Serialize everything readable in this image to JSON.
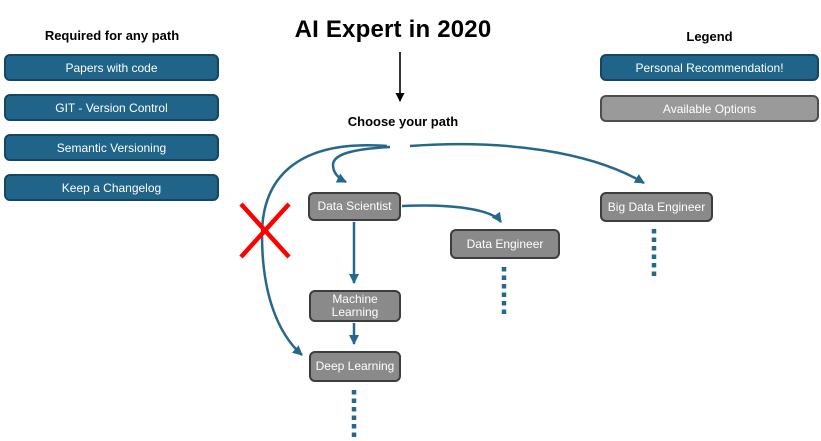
{
  "title": "AI Expert in 2020",
  "prompt": "Choose your path",
  "required_section": {
    "heading": "Required for any path",
    "items": [
      "Papers with code",
      "GIT - Version Control",
      "Semantic Versioning",
      "Keep a Changelog"
    ]
  },
  "legend": {
    "heading": "Legend",
    "recommendation_label": "Personal Recommendation!",
    "available_label": "Available Options"
  },
  "nodes": {
    "data_scientist": "Data Scientist",
    "data_engineer": "Data Engineer",
    "big_data_engineer": "Big Data Engineer",
    "machine_learning": "Machine Learning",
    "deep_learning": "Deep Learning"
  },
  "icons": {
    "not_recommended_cross": "red-x-cross",
    "continuation_dots": "dotted-continuation-line"
  },
  "colors": {
    "recommendation_blue": "#20648A",
    "available_gray": "#9A9A9A",
    "node_gray": "#8A8A8A",
    "arrow_blue": "#26688C",
    "not_recommended_red": "#FF0000",
    "title_black": "#000000"
  }
}
